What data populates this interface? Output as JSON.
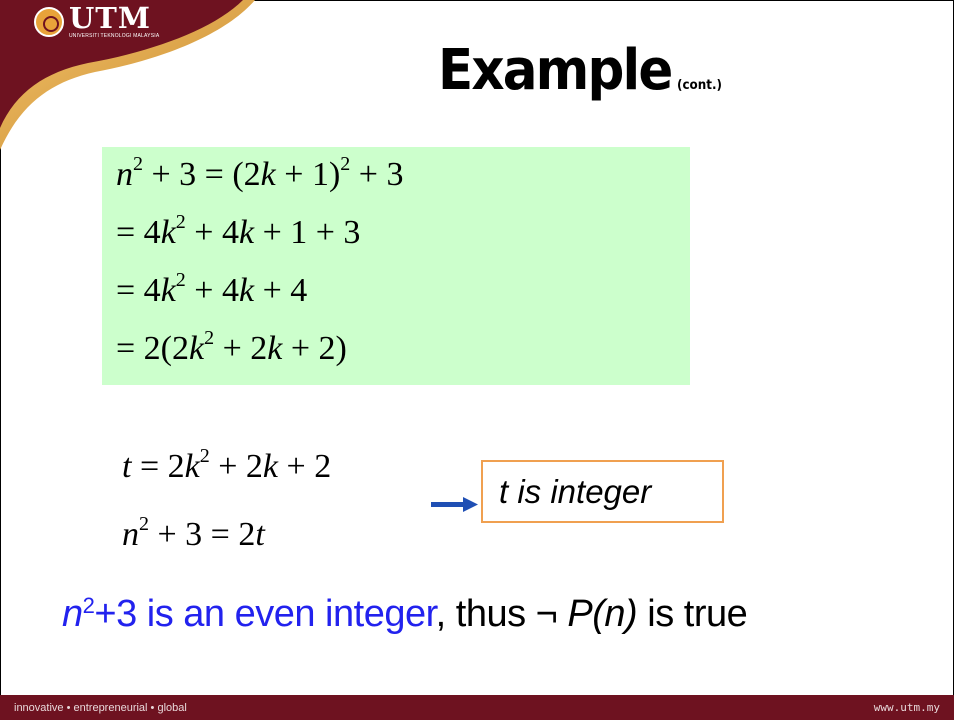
{
  "header": {
    "logo_word": "UTM",
    "logo_subtitle": "UNIVERSITI TEKNOLOGI MALAYSIA",
    "title": "Example",
    "title_suffix": "(cont.)"
  },
  "equations_box": {
    "line1": {
      "a": "n",
      "a_exp": "2",
      "b": " + 3 = (2",
      "c": "k",
      "d": " + 1)",
      "d_exp": "2",
      "e": " + 3"
    },
    "line2": {
      "a": "= 4",
      "b": "k",
      "b_exp": "2",
      "c": " + 4",
      "d": "k",
      "e": " + 1 + 3"
    },
    "line3": {
      "a": "= 4",
      "b": "k",
      "b_exp": "2",
      "c": " + 4",
      "d": "k",
      "e": " + 4"
    },
    "line4": {
      "a": "= 2(2",
      "b": "k",
      "b_exp": "2",
      "c": " + 2",
      "d": "k",
      "e": " + 2)"
    }
  },
  "definition": {
    "t_line": {
      "a": "t",
      "b": " = 2",
      "c": "k",
      "c_exp": "2",
      "d": " + 2",
      "e": "k",
      "f": " + 2"
    },
    "n_line": {
      "a": "n",
      "a_exp": "2",
      "b": " + 3 = 2",
      "c": "t"
    }
  },
  "result_box": {
    "text": "t is integer"
  },
  "conclusion": {
    "n": "n",
    "exp": "2",
    "blue_part": "+3 is an even integer",
    "black_part": ", thus ¬ ",
    "p_of_n": "P(n)",
    "end": " is true"
  },
  "footer": {
    "left": "innovative • entrepreneurial • global",
    "right": "www.utm.my"
  },
  "colors": {
    "maroon": "#6e1220",
    "gold": "#e8a33a",
    "green_box": "#ccffcc",
    "orange_border": "#f0a050",
    "arrow_blue": "#1f4fb4",
    "text_blue": "#2222ee"
  },
  "icons": [
    "utm-logo-icon",
    "right-arrow-icon"
  ]
}
